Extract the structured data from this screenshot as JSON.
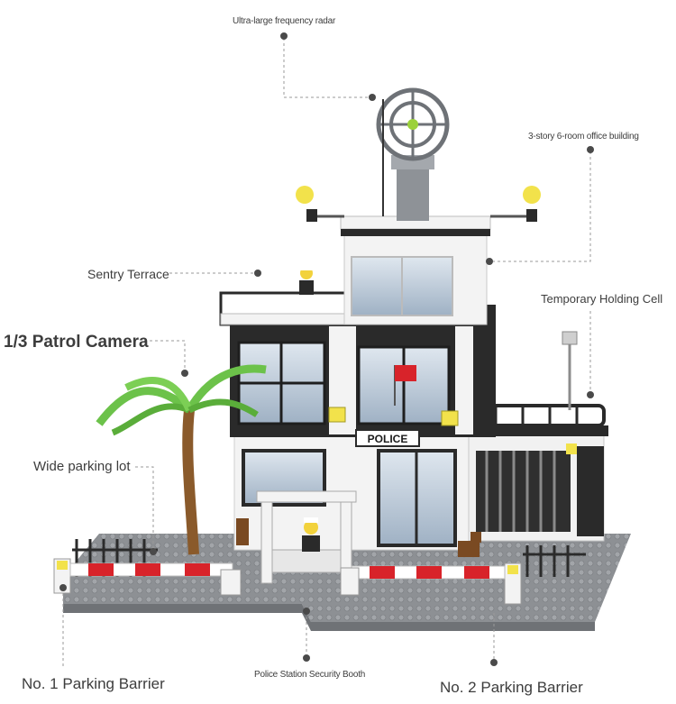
{
  "callouts": {
    "radar": "Ultra-large frequency radar",
    "office": "3-story 6-room office building",
    "sentry": "Sentry Terrace",
    "holding": "Temporary Holding Cell",
    "camera": "1/3 Patrol Camera",
    "parking": "Wide parking lot",
    "barrier1": "No. 1 Parking Barrier",
    "booth": "Police Station Security Booth",
    "barrier2": "No. 2 Parking Barrier"
  },
  "sign": {
    "police": "POLICE"
  },
  "colors": {
    "baseplate": "#8d9094",
    "wall_white": "#f3f3f3",
    "frame_black": "#2a2a2a",
    "glass": "#b9c7d6",
    "barrier_red": "#d8232a",
    "palm_green": "#6cc24a",
    "trunk_brown": "#8a5a2b",
    "light_yellow": "#f2e24b"
  },
  "icons": [
    "radar-dish-icon",
    "siren-light-icon",
    "flag-icon",
    "minifigure-icon",
    "dog-icon",
    "palm-tree-icon"
  ]
}
